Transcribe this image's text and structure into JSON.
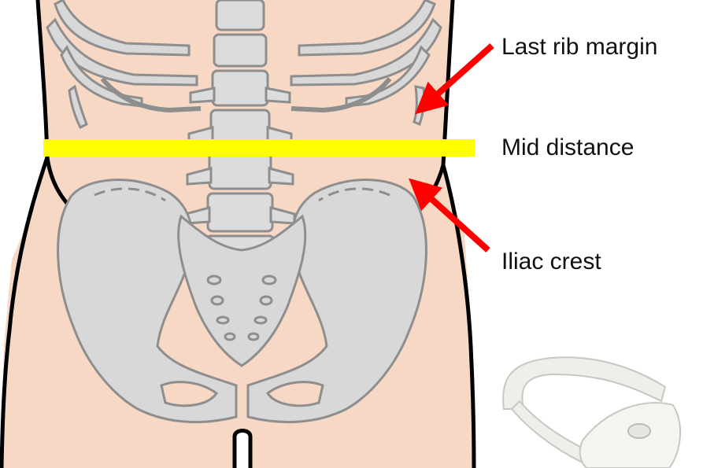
{
  "labels": {
    "last_rib_margin": "Last rib margin",
    "mid_distance": "Mid distance",
    "iliac_crest": "Iliac crest"
  },
  "colors": {
    "skin": "#f6d8c4",
    "bone_fill": "#d8d8d8",
    "bone_outline": "#8e8e8e",
    "body_outline": "#000000",
    "measure_line": "#ffff00",
    "arrow": "#ff0000",
    "tape": "#eeeeea"
  }
}
